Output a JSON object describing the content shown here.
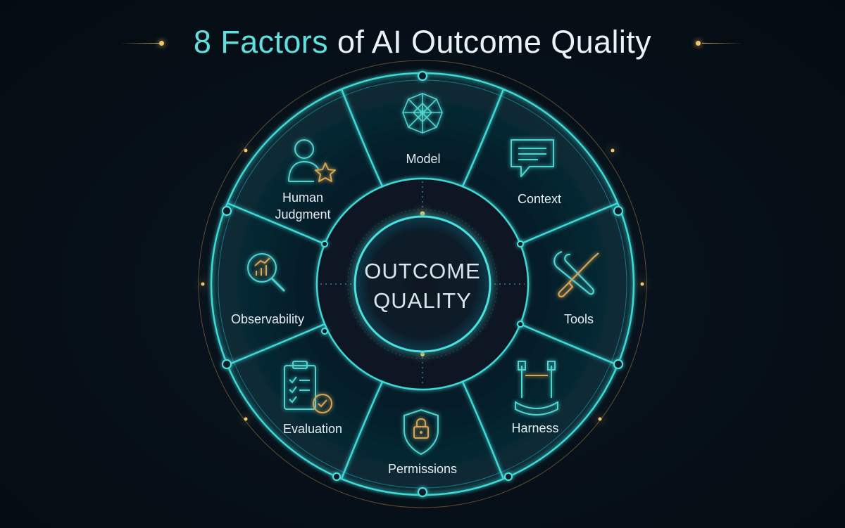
{
  "title": {
    "accent": "8 Factors",
    "rest": " of AI Outcome Quality"
  },
  "center": {
    "line1": "OUTCOME",
    "line2": "QUALITY"
  },
  "factors": {
    "model": "Model",
    "context": "Context",
    "tools": "Tools",
    "harness": "Harness",
    "permissions": "Permissions",
    "evaluation": "Evaluation",
    "observability": "Observability",
    "human_line1": "Human",
    "human_line2": "Judgment"
  },
  "colors": {
    "accent": "#5fe0df",
    "gold": "#e8b85e",
    "ring": "#3fd8d6",
    "text": "#e7eef3"
  }
}
